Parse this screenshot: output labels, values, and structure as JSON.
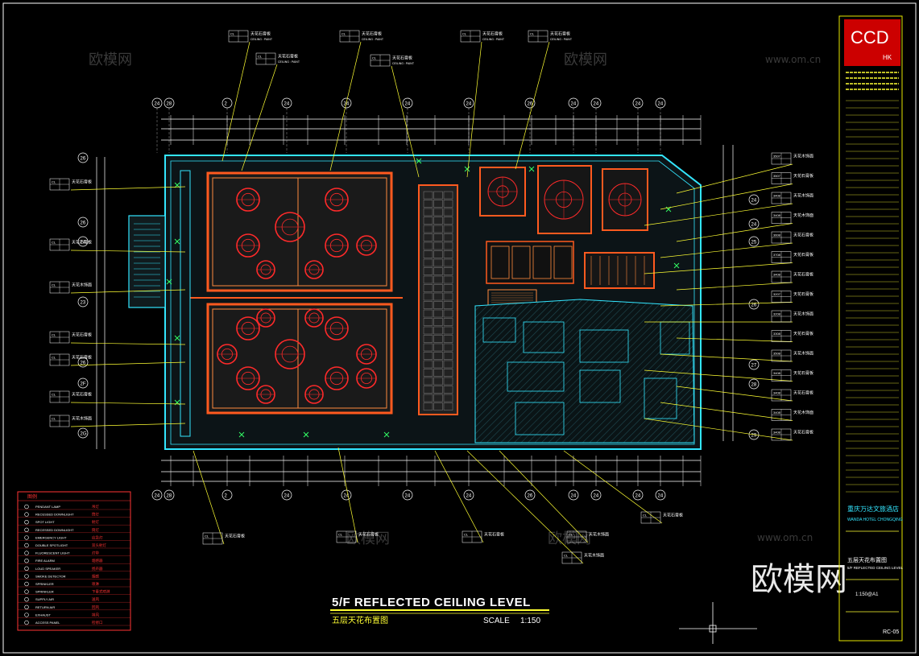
{
  "drawing": {
    "title": "5/F REFLECTED  CEILING   LEVEL",
    "subtitle_cn": "五层天花布置图",
    "scale_label": "SCALE",
    "scale_value": "1:150"
  },
  "title_block": {
    "logo_main": "CCD",
    "logo_sub": "HK",
    "project_cn": "重庆万达文旅酒店",
    "project_en": "WANDA HOTEL CHONGQING",
    "sheet_cn": "五层天花布置图",
    "sheet_en": "5/F REFLECTED CEILING LEVEL",
    "scale": "1:150@A1",
    "sheet_no": "RC-05"
  },
  "watermark": {
    "cn": "欧模网",
    "url": "www.om.cn"
  },
  "legend": {
    "header": "图例",
    "rows": [
      {
        "en": "PENDANT LAMP",
        "cn": "吊灯"
      },
      {
        "en": "RECESSED DOWNLIGHT",
        "cn": "筒灯"
      },
      {
        "en": "SPOT LIGHT",
        "cn": "射灯"
      },
      {
        "en": "RECESSED DOWNLIGHT",
        "cn": "筒灯"
      },
      {
        "en": "EMERGENCY LIGHT",
        "cn": "应急灯"
      },
      {
        "en": "DOUBLE SPOTLIGHT",
        "cn": "双头射灯"
      },
      {
        "en": "FLUORESCENT LIGHT",
        "cn": "灯带"
      },
      {
        "en": "FIRE ALARM",
        "cn": "烟感器"
      },
      {
        "en": "LOUD SPEAKER",
        "cn": "扬声器"
      },
      {
        "en": "SMOKE DETECTOR",
        "cn": "烟感"
      },
      {
        "en": "SPRINKLER",
        "cn": "喷淋"
      },
      {
        "en": "SPRINKLER",
        "cn": "下垂式喷淋"
      },
      {
        "en": "SUPPLY AIR",
        "cn": "送风"
      },
      {
        "en": "RETURN AIR",
        "cn": "回风"
      },
      {
        "en": "EXHAUST",
        "cn": "排风"
      },
      {
        "en": "ACCESS PANEL",
        "cn": "检修口"
      }
    ]
  },
  "colors": {
    "background": "#000000",
    "wall": "#33e6ff",
    "fixture": "#ff3333",
    "leader": "#ffff33",
    "text": "#ffffff",
    "logo_bg": "#cc0000"
  },
  "grid_bubbles": {
    "top": [
      "24",
      "28",
      "2",
      "24",
      "24",
      "24",
      "24",
      "26",
      "24",
      "24",
      "24",
      "24"
    ],
    "left": [
      "26",
      "26",
      "24",
      "23",
      "26",
      "2F",
      "2G"
    ],
    "right": [
      "24",
      "24",
      "25",
      "26",
      "27",
      "28",
      "29"
    ]
  },
  "tags": {
    "top": [
      {
        "label": "天花石膏板",
        "code": "CL",
        "note": "CEILING : PAINT"
      },
      {
        "label": "天花石膏板",
        "code": "CL",
        "note": "CEILING : PAINT"
      },
      {
        "label": "天花石膏板",
        "code": "CL",
        "note": "CEILING : PAINT"
      },
      {
        "label": "天花石膏板",
        "code": "CL",
        "note": "CEILING : PAINT"
      },
      {
        "label": "天花石膏板",
        "code": "CL",
        "note": "CEILING : PAINT"
      },
      {
        "label": "天花石膏板",
        "code": "CL",
        "note": "CEILING : PAINT"
      }
    ],
    "right": [
      {
        "label": "天花木饰面",
        "code": "3507"
      },
      {
        "label": "天花石膏板",
        "code": "3507"
      },
      {
        "label": "天花木饰面",
        "code": "3408"
      },
      {
        "label": "天花木饰面",
        "code": "3408"
      },
      {
        "label": "天花石膏板",
        "code": "3608"
      },
      {
        "label": "天花石膏板",
        "code": "3708"
      },
      {
        "label": "天花石膏板",
        "code": "3408"
      },
      {
        "label": "天花石膏板",
        "code": "3207"
      },
      {
        "label": "天花木饰面",
        "code": "3208"
      },
      {
        "label": "天花石膏板",
        "code": "3308"
      },
      {
        "label": "天花木饰面",
        "code": "3508"
      },
      {
        "label": "天花石膏板",
        "code": "3408"
      },
      {
        "label": "天花石膏板",
        "code": "3408"
      },
      {
        "label": "天花木饰面",
        "code": "3408"
      },
      {
        "label": "天花石膏板",
        "code": "3408"
      }
    ],
    "left": [
      {
        "label": "天花石膏板",
        "code": "CL"
      },
      {
        "label": "天花石膏板",
        "code": "CL"
      },
      {
        "label": "天花木饰面",
        "code": "CL"
      },
      {
        "label": "天花石膏板",
        "code": "CL"
      },
      {
        "label": "天花石膏板",
        "code": "CL"
      },
      {
        "label": "天花石膏板",
        "code": "CL"
      },
      {
        "label": "天花木饰面",
        "code": "CL"
      }
    ],
    "bottom": [
      {
        "label": "天花石膏板",
        "code": "CL"
      },
      {
        "label": "天花石膏板",
        "code": "CL"
      },
      {
        "label": "天花石膏板",
        "code": "CL"
      },
      {
        "label": "天花木饰面",
        "code": "CL"
      },
      {
        "label": "天花石膏板",
        "code": "CL"
      },
      {
        "label": "天花木饰面",
        "code": "CL"
      }
    ]
  }
}
